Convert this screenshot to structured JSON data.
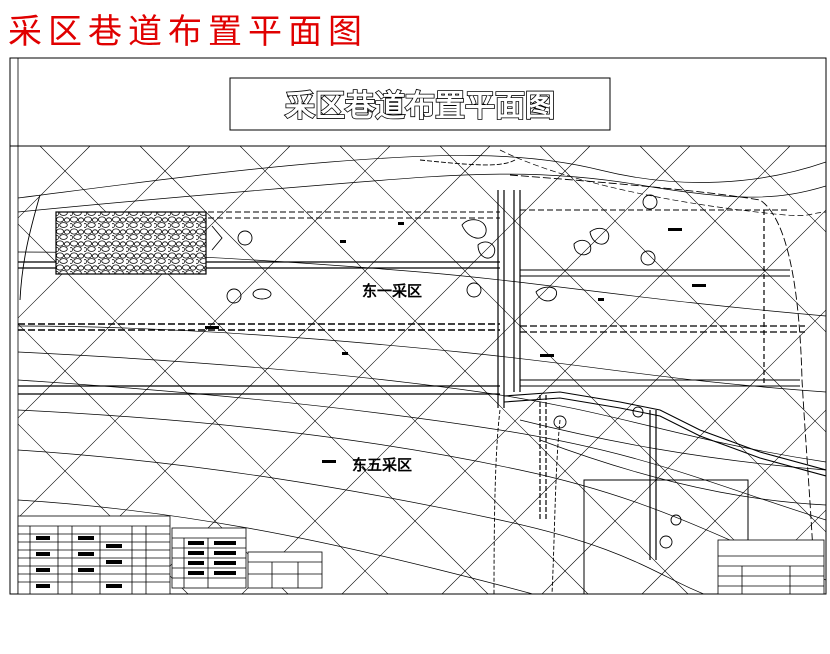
{
  "page": {
    "caption": "采区巷道布置平面图"
  },
  "drawing": {
    "title": "采区巷道布置平面图",
    "zones": {
      "east_one": "东一采区",
      "east_five": "东五采区"
    }
  }
}
